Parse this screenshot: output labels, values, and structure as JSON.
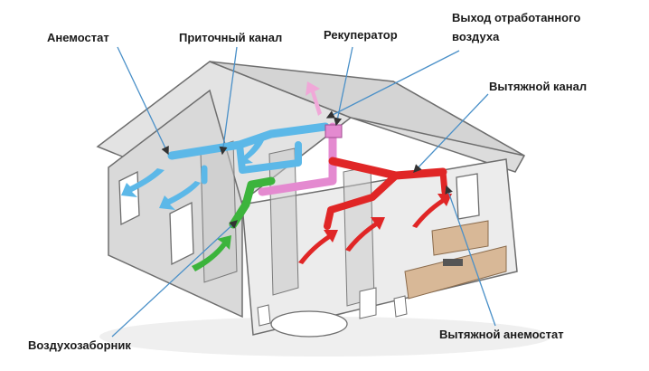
{
  "labels": {
    "anemostat": "Анемостат",
    "supply_duct": "Приточный канал",
    "recuperator": "Рекуператор",
    "exhaust_out_line1": "Выход отработанного",
    "exhaust_out_line2": "воздуха",
    "exhaust_duct": "Вытяжной канал",
    "air_intake": "Воздухозаборник",
    "exhaust_anemostat": "Вытяжной анемостат"
  },
  "colors": {
    "supply_air": "#5cb8e8",
    "fresh_air": "#3cb43c",
    "exhaust_air": "#e02626",
    "recuperator_duct": "#e48ad0",
    "house_line": "#6e6e6e",
    "house_fill": "#e6e6e6"
  }
}
